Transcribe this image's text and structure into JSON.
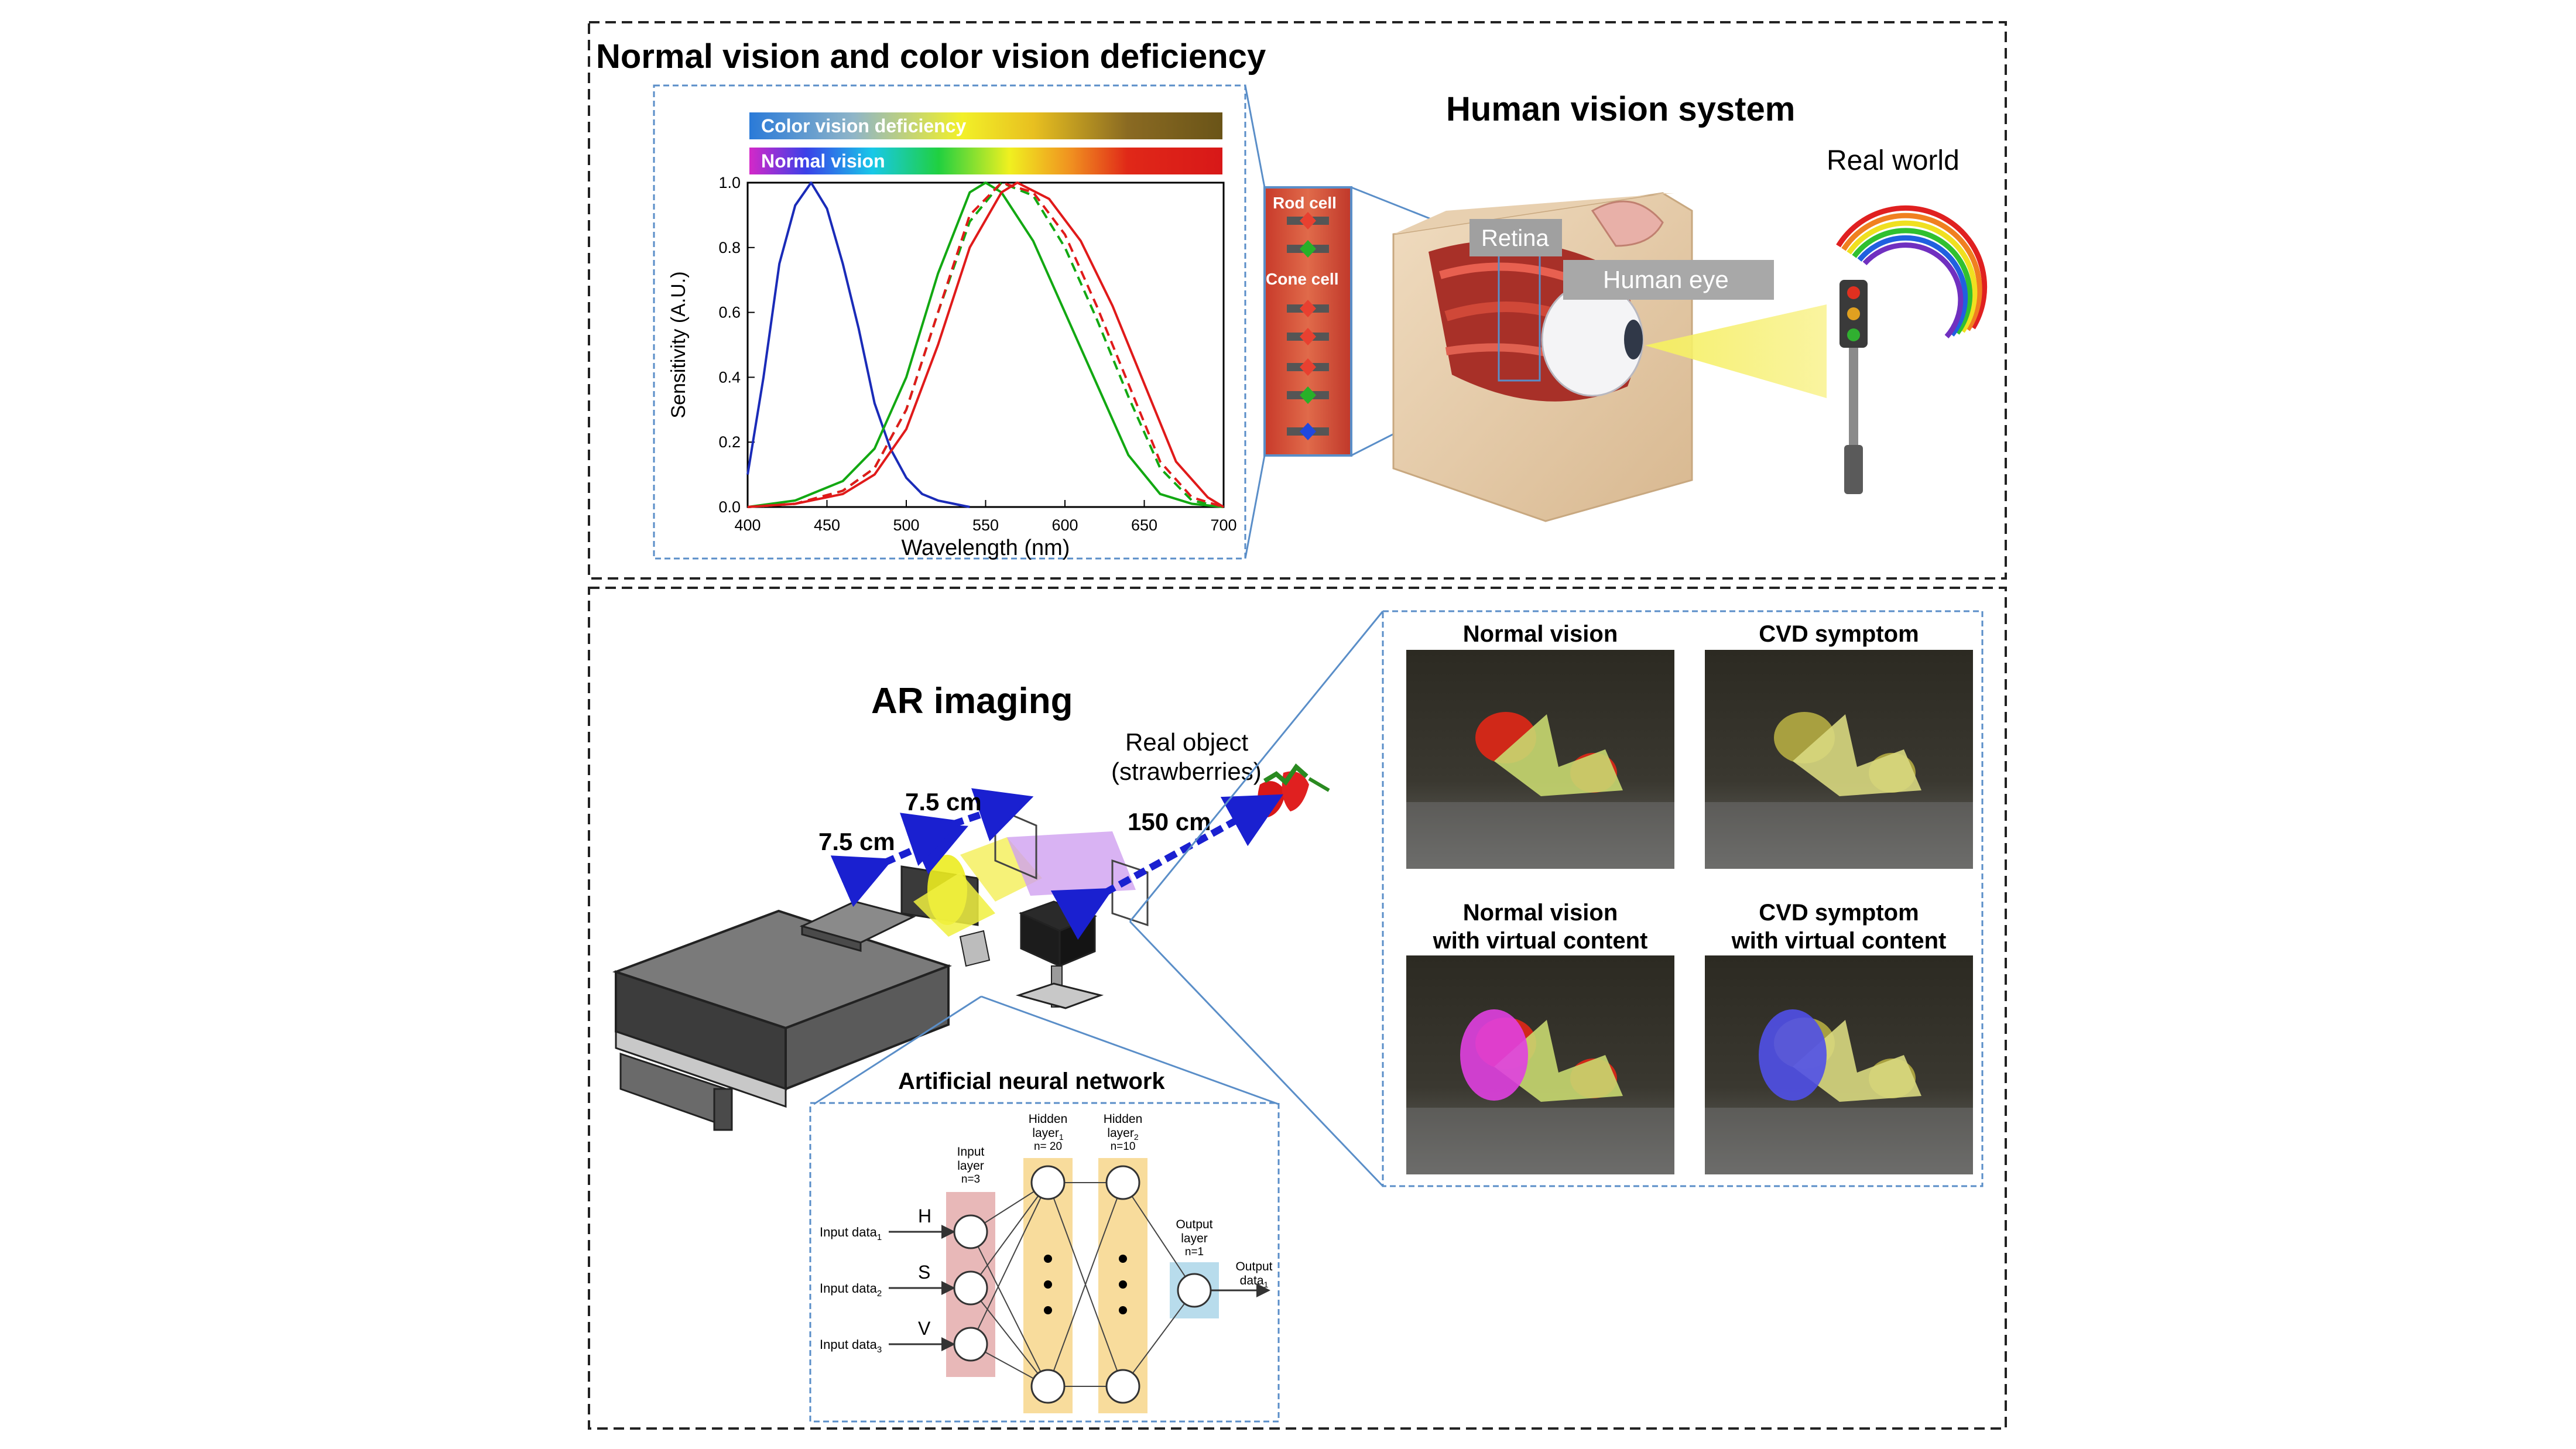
{
  "top_panel": {
    "title": "Normal vision and color vision deficiency",
    "spectrum_bars": [
      {
        "label": "Color vision deficiency"
      },
      {
        "label": "Normal vision"
      }
    ],
    "eye_labels": {
      "rod": "Rod cell",
      "cone": "Cone cell"
    },
    "system": {
      "title": "Human vision system",
      "retina": "Retina",
      "eye": "Human eye",
      "world": "Real world"
    }
  },
  "chart_data": {
    "type": "line",
    "xlabel": "Wavelength (nm)",
    "ylabel": "Sensitivity (A.U.)",
    "xlim": [
      400,
      700
    ],
    "ylim": [
      0,
      1.0
    ],
    "x_ticks": [
      "400",
      "450",
      "500",
      "550",
      "600",
      "650",
      "700"
    ],
    "y_ticks": [
      "0.0",
      "0.2",
      "0.4",
      "0.6",
      "0.8",
      "1.0"
    ],
    "series": [
      {
        "style": "solid",
        "color": "#1a2bb8",
        "x": [
          400,
          410,
          420,
          430,
          440,
          450,
          460,
          470,
          480,
          490,
          500,
          510,
          520,
          530,
          540
        ],
        "y": [
          0.1,
          0.4,
          0.75,
          0.93,
          1.0,
          0.92,
          0.75,
          0.55,
          0.32,
          0.18,
          0.09,
          0.04,
          0.02,
          0.01,
          0.0
        ]
      },
      {
        "style": "solid",
        "color": "#12a812",
        "x": [
          400,
          430,
          460,
          480,
          500,
          520,
          540,
          550,
          560,
          580,
          600,
          620,
          640,
          660,
          680,
          700
        ],
        "y": [
          0.0,
          0.02,
          0.08,
          0.18,
          0.4,
          0.72,
          0.97,
          1.0,
          0.97,
          0.82,
          0.6,
          0.38,
          0.16,
          0.04,
          0.01,
          0.0
        ]
      },
      {
        "style": "dashed",
        "color": "#12a812",
        "x": [
          400,
          430,
          460,
          480,
          500,
          520,
          540,
          560,
          580,
          600,
          620,
          640,
          660,
          680,
          700
        ],
        "y": [
          0.0,
          0.01,
          0.05,
          0.12,
          0.3,
          0.6,
          0.88,
          1.0,
          0.96,
          0.8,
          0.58,
          0.34,
          0.12,
          0.02,
          0.0
        ]
      },
      {
        "style": "dashed",
        "color": "#e01a1a",
        "x": [
          400,
          430,
          460,
          480,
          500,
          520,
          540,
          560,
          580,
          600,
          620,
          640,
          660,
          680,
          700
        ],
        "y": [
          0.0,
          0.01,
          0.05,
          0.12,
          0.3,
          0.6,
          0.9,
          1.0,
          0.97,
          0.84,
          0.62,
          0.38,
          0.14,
          0.03,
          0.0
        ]
      },
      {
        "style": "solid",
        "color": "#e01a1a",
        "x": [
          400,
          430,
          460,
          480,
          500,
          520,
          540,
          560,
          570,
          590,
          610,
          630,
          650,
          670,
          690,
          700
        ],
        "y": [
          0.0,
          0.01,
          0.04,
          0.1,
          0.24,
          0.5,
          0.8,
          0.97,
          1.0,
          0.95,
          0.82,
          0.62,
          0.38,
          0.14,
          0.03,
          0.0
        ]
      }
    ]
  },
  "bottom_panel": {
    "ar_title": "AR imaging",
    "real_object_line1": "Real object",
    "real_object_line2": "(strawberries)",
    "dist_1": "7.5 cm",
    "dist_2": "7.5 cm",
    "dist_3": "150 cm",
    "ann_title": "Artificial neural network",
    "photos": [
      {
        "title_line1": "Normal vision",
        "title_line2": ""
      },
      {
        "title_line1": "CVD symptom",
        "title_line2": ""
      },
      {
        "title_line1": "Normal vision",
        "title_line2": "with virtual content"
      },
      {
        "title_line1": "CVD symptom",
        "title_line2": "with virtual content"
      }
    ]
  },
  "ann": {
    "input_layer": {
      "line1": "Input",
      "line2": "layer",
      "n": "n=3"
    },
    "hidden1": {
      "line1": "Hidden",
      "line2": "layer",
      "sub": "1",
      "n": "n= 20"
    },
    "hidden2": {
      "line1": "Hidden",
      "line2": "layer",
      "sub": "2",
      "n": "n=10"
    },
    "output_layer": {
      "line1": "Output",
      "line2": "layer",
      "n": "n=1"
    },
    "inputs": [
      {
        "text": "Input data",
        "sub": "1",
        "letter": "H"
      },
      {
        "text": "Input data",
        "sub": "2",
        "letter": "S"
      },
      {
        "text": "Input data",
        "sub": "3",
        "letter": "V"
      }
    ],
    "output": {
      "line1": "Output",
      "line2": "data",
      "sub": "1"
    }
  }
}
